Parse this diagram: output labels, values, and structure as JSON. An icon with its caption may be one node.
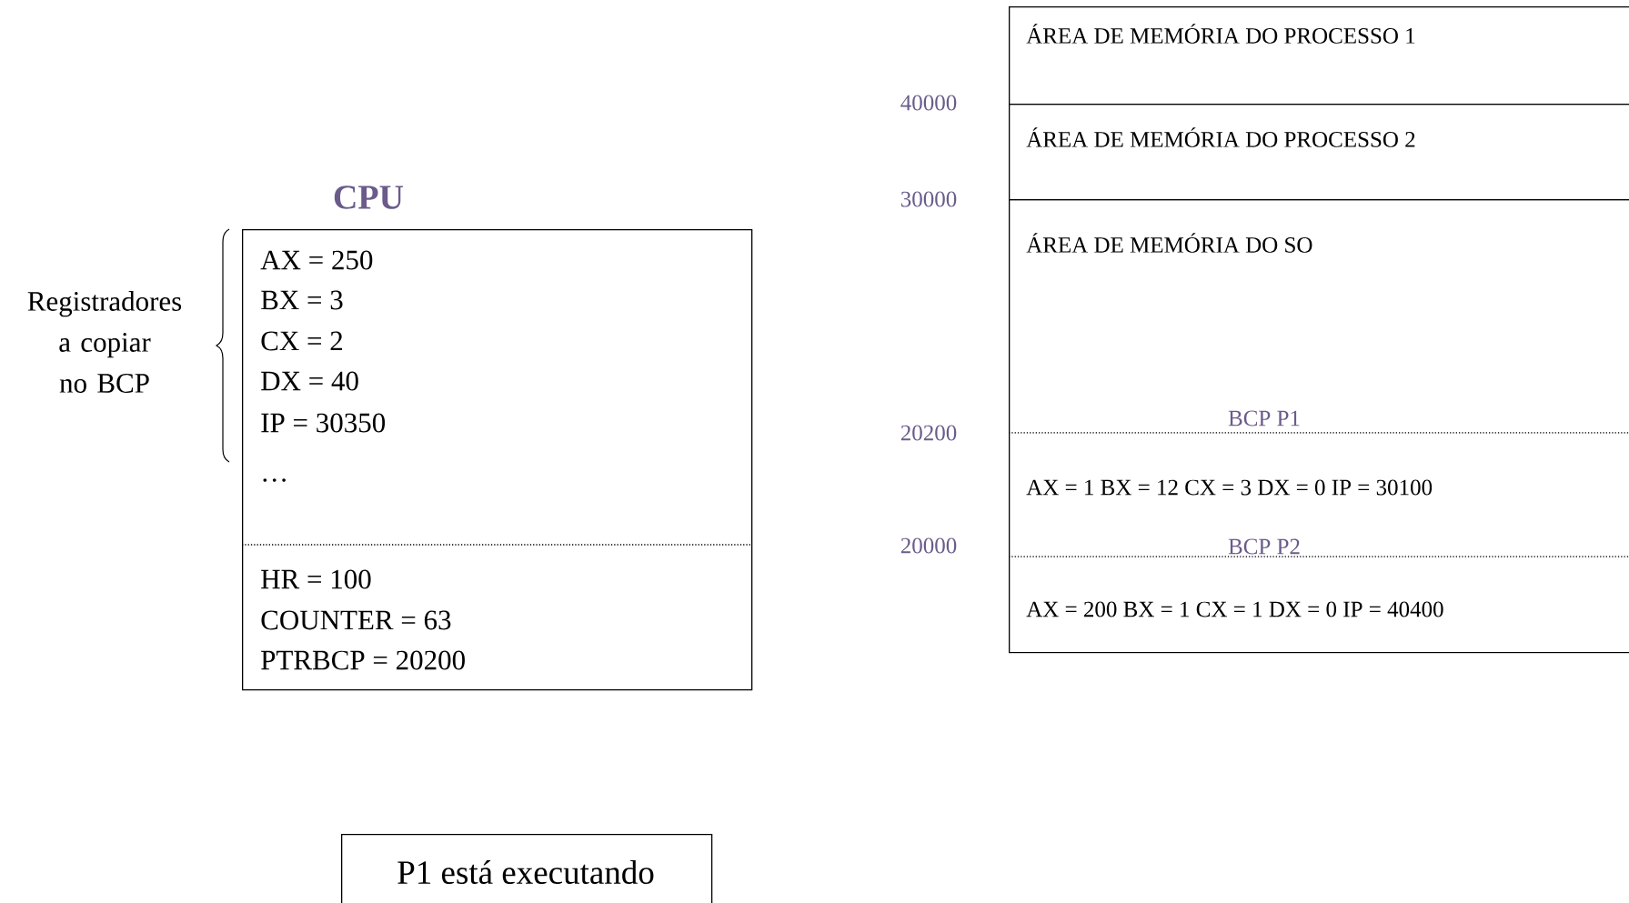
{
  "diagram": {
    "nodes": [
      {
        "text": [
          "CPU",
          "AX = 250",
          "BX = 3",
          "CX = 2",
          "DX = 40",
          "IP = 30350",
          "…",
          "HR = 100",
          "COUNTER = 63",
          "PTRBCP = 20200"
        ]
      },
      {
        "text": [
          "ÁREA DE MEMÓRIA DO PROCESSO 1"
        ]
      },
      {
        "text": [
          "ÁREA DE MEMÓRIA DO PROCESSO 2"
        ]
      },
      {
        "text": [
          "ÁREA DE MEMÓRIA DO SO"
        ]
      },
      {
        "text": [
          "BCP P1",
          "AX = 1  BX = 12  CX = 3  DX = 0  IP = 30100"
        ],
        "in": 3
      },
      {
        "text": [
          "BCP P2",
          "AX = 200   BX = 1   CX = 1  DX = 0   IP = 40400"
        ],
        "in": 3
      },
      {
        "text": [
          "P1 está executando"
        ]
      }
    ],
    "labels": [
      "40000",
      "30000",
      "Registradores a copiar no BCP",
      "20200",
      "20000"
    ]
  }
}
